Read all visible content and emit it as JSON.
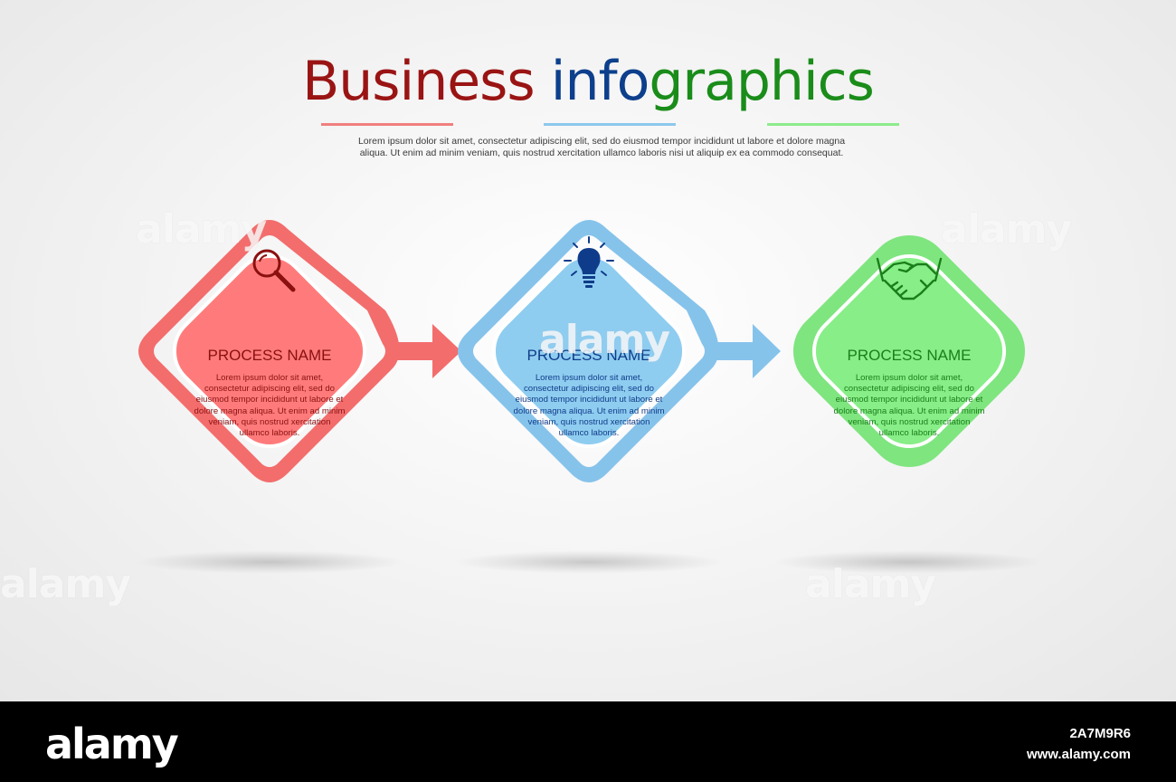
{
  "title": {
    "part1": "Business",
    "part2": "info",
    "part3": "graphics",
    "colors": [
      "#9a1414",
      "#0d3f8c",
      "#1a8c1a"
    ]
  },
  "intro_text": "Lorem ipsum dolor sit amet, consectetur adipiscing elit, sed do eiusmod tempor incididunt ut labore et dolore magna aliqua. Ut enim ad minim veniam, quis nostrud xercitation ullamco laboris nisi ut aliquip ex ea commodo consequat.",
  "steps": [
    {
      "title": "PROCESS NAME",
      "text": "Lorem ipsum dolor sit amet, consectetur adipiscing elit, sed do eiusmod tempor incididunt ut labore et dolore magna aliqua. Ut enim ad minim veniam, quis nostrud xercitation ullamco laboris.",
      "icon": "magnifier-icon",
      "fill": "#ff7b7b",
      "ring": "#f36d6d",
      "textColor": "#8b1010"
    },
    {
      "title": "PROCESS NAME",
      "text": "Lorem ipsum dolor sit amet, consectetur adipiscing elit, sed do eiusmod tempor incididunt ut labore et dolore magna aliqua. Ut enim ad minim veniam, quis nostrud xercitation ullamco laboris.",
      "icon": "lightbulb-icon",
      "fill": "#8fcdf0",
      "ring": "#86c3eb",
      "textColor": "#0f3c8a"
    },
    {
      "title": "PROCESS NAME",
      "text": "Lorem ipsum dolor sit amet, consectetur adipiscing elit, sed do eiusmod tempor incididunt ut labore et dolore magna aliqua. Ut enim ad minim veniam, quis nostrud xercitation ullamco laboris.",
      "icon": "handshake-icon",
      "fill": "#88ee88",
      "ring": "#7fe57f",
      "textColor": "#1a7f1a"
    }
  ],
  "watermark": "alamy",
  "footer": {
    "logo": "alamy",
    "image_id": "2A7M9R6",
    "url": "www.alamy.com"
  }
}
